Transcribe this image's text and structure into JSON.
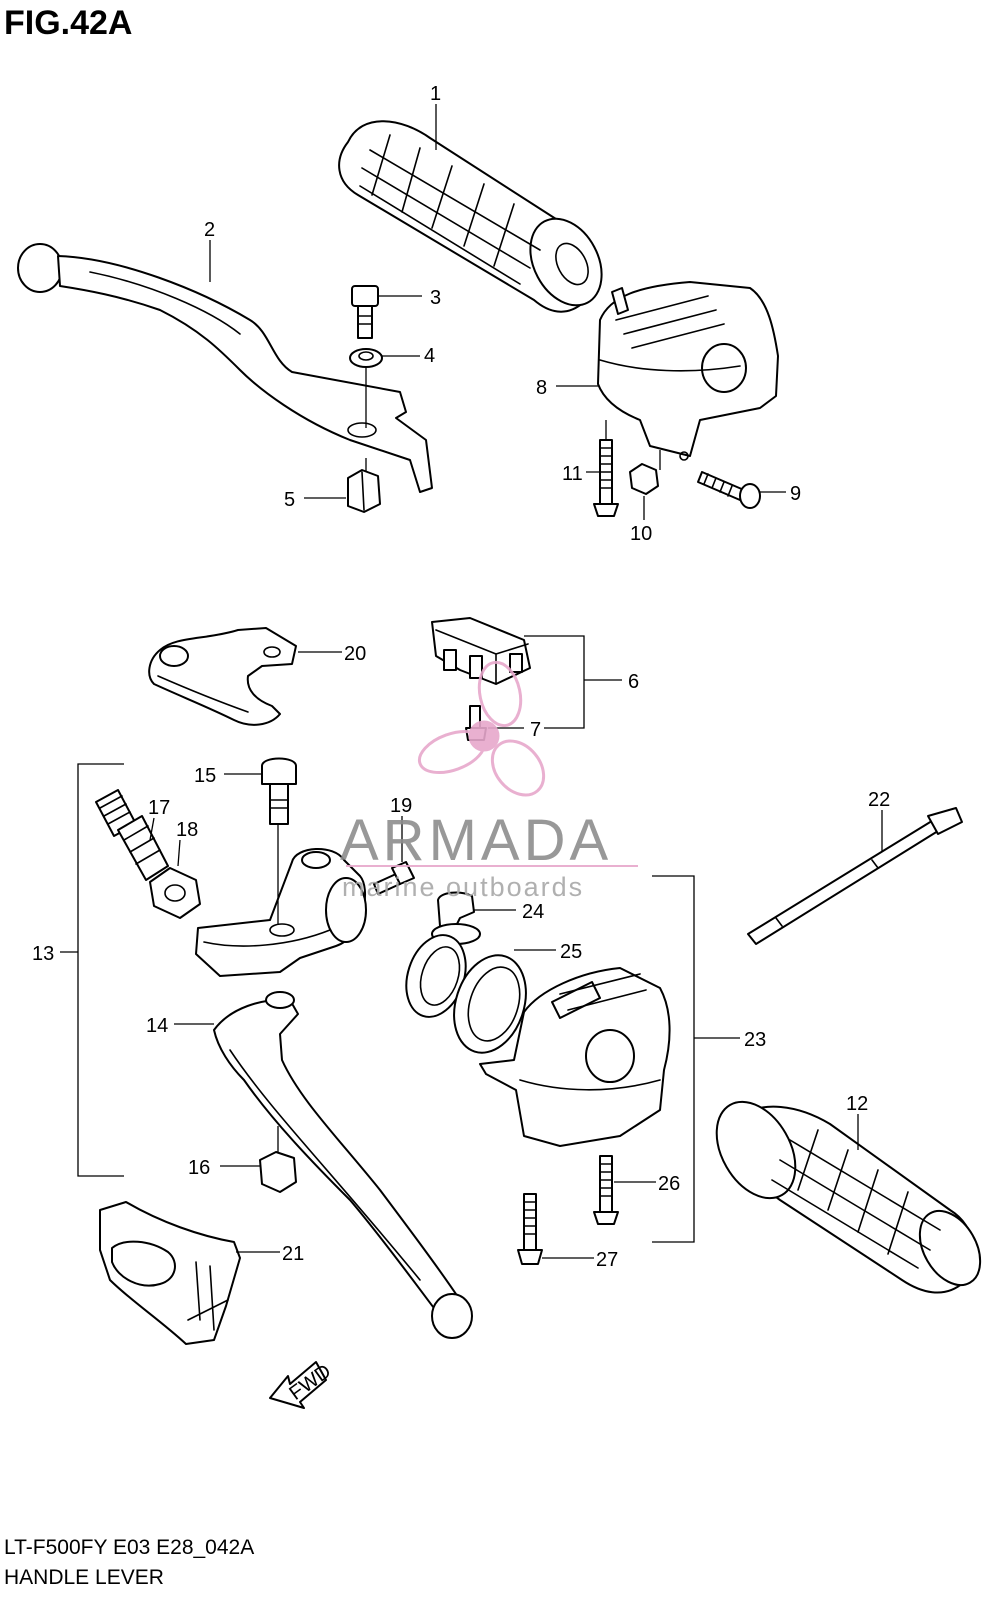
{
  "header": {
    "title": "FIG.42A"
  },
  "footer": {
    "model_code": "LT-F500FY E03 E28_042A",
    "diagram_name": "HANDLE LEVER"
  },
  "watermark": {
    "brand": "ARMADA",
    "tagline": "marine outboards",
    "logo_icon": "propeller-icon",
    "logo_color": "#e7a8cc",
    "text_color": "#8d8d8d"
  },
  "direction_marker": {
    "label": "FWD",
    "icon": "arrow-left-icon"
  },
  "callouts": {
    "c1": "1",
    "c2": "2",
    "c3": "3",
    "c4": "4",
    "c5": "5",
    "c6": "6",
    "c7": "7",
    "c8": "8",
    "c9": "9",
    "c10": "10",
    "c11": "11",
    "c12": "12",
    "c13": "13",
    "c14": "14",
    "c15": "15",
    "c16": "16",
    "c17": "17",
    "c18": "18",
    "c19": "19",
    "c20": "20",
    "c21": "21",
    "c22": "22",
    "c23": "23",
    "c24": "24",
    "c25": "25",
    "c26": "26",
    "c27": "27"
  }
}
